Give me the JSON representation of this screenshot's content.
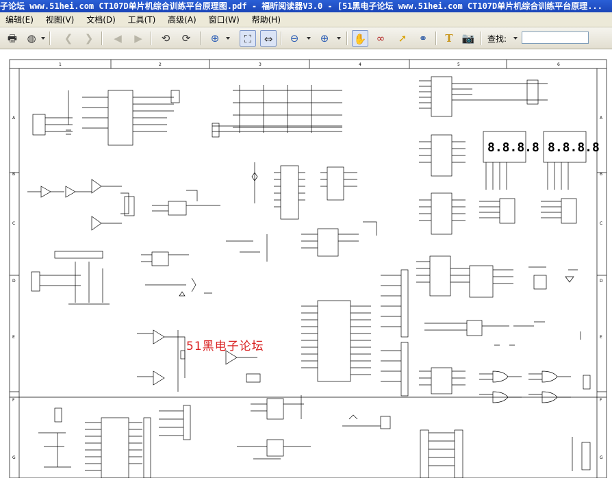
{
  "window": {
    "title": "子论坛 www.51hei.com CT107D单片机综合训练平台原理图.pdf - 福昕阅读器V3.0 - [51黑电子论坛 www.51hei.com CT107D单片机综合训练平台原理..."
  },
  "menu": {
    "items": [
      {
        "label": "编辑(E)"
      },
      {
        "label": "视图(V)"
      },
      {
        "label": "文档(D)"
      },
      {
        "label": "工具(T)"
      },
      {
        "label": "高级(A)"
      },
      {
        "label": "窗口(W)"
      },
      {
        "label": "帮助(H)"
      }
    ]
  },
  "toolbar": {
    "find_label": "查找:",
    "find_value": "",
    "icons": [
      "print-icon",
      "globe-icon",
      "back-page-icon",
      "forward-page-icon",
      "prev-view-icon",
      "next-view-icon",
      "rotate-left-icon",
      "rotate-right-icon",
      "zoom-in-icon",
      "fit-page-icon",
      "fit-width-icon",
      "zoom-out-minus-icon",
      "zoom-in-plus-icon",
      "hand-icon",
      "glasses-icon",
      "select-arrow-icon",
      "binoculars-icon",
      "text-select-icon",
      "snapshot-icon"
    ]
  },
  "document": {
    "watermark": "51黑电子论坛",
    "column_labels": [
      "1",
      "2",
      "3",
      "4",
      "5",
      "6"
    ],
    "row_labels": [
      "A",
      "B",
      "C",
      "D",
      "E",
      "F",
      "G"
    ],
    "seven_segment_text": [
      "8.8.8.8",
      "8.8.8.8"
    ],
    "colors": {
      "watermark": "#d92020",
      "titlebar": "#1f4fc7"
    }
  }
}
